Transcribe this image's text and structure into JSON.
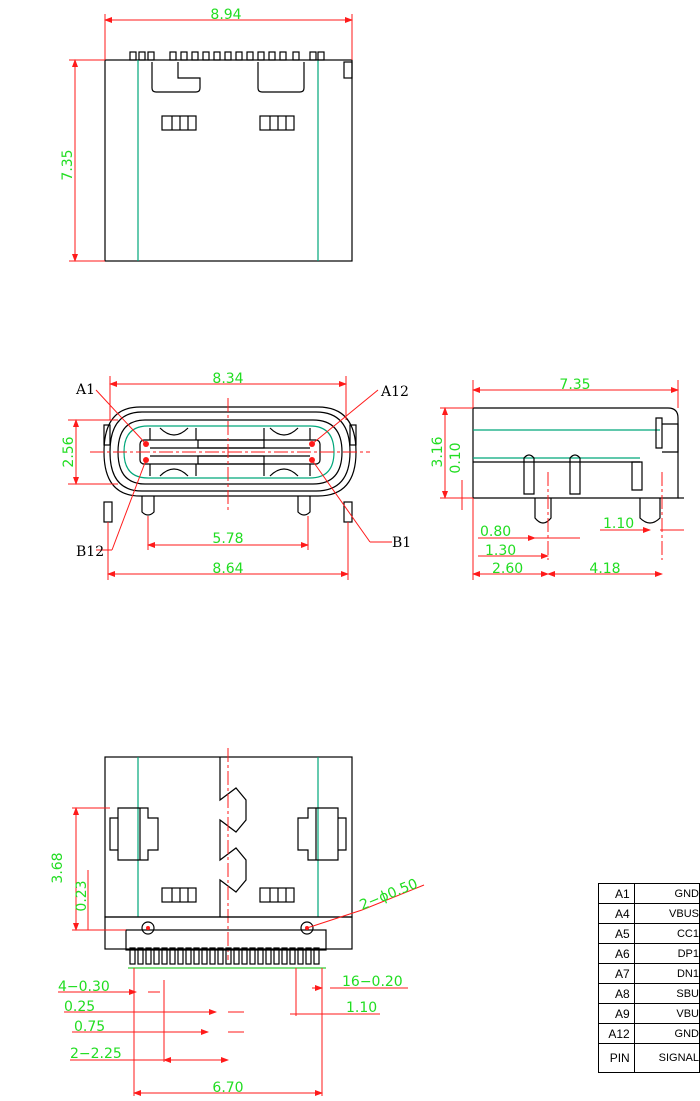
{
  "dimensions": {
    "top_width": "8.94",
    "top_height": "7.35",
    "front_width": "8.34",
    "front_height": "2.56",
    "front_inner": "5.78",
    "front_bottom": "8.64",
    "side_width": "7.35",
    "side_height": "3.16",
    "side_small": "0.10",
    "side_080": "0.80",
    "side_130": "1.30",
    "side_260": "2.60",
    "side_418": "4.18",
    "side_110": "1.10",
    "bottom_368": "3.68",
    "bottom_023": "0.23",
    "bottom_holes": "2−ϕ0.50",
    "bottom_pads4": "4−0.30",
    "bottom_025": "0.25",
    "bottom_075": "0.75",
    "bottom_225": "2−2.25",
    "bottom_670": "6.70",
    "bottom_pads16": "16−0.20",
    "bottom_110": "1.10"
  },
  "pin_labels": {
    "a1": "A1",
    "a12": "A12",
    "b1": "B1",
    "b12": "B12"
  },
  "pin_table": {
    "rows": [
      {
        "pin": "A1",
        "signal": "GND"
      },
      {
        "pin": "A4",
        "signal": "VBUS"
      },
      {
        "pin": "A5",
        "signal": "CC1"
      },
      {
        "pin": "A6",
        "signal": "DP1"
      },
      {
        "pin": "A7",
        "signal": "DN1"
      },
      {
        "pin": "A8",
        "signal": "SBU"
      },
      {
        "pin": "A9",
        "signal": "VBU"
      },
      {
        "pin": "A12",
        "signal": "GND"
      }
    ],
    "header": {
      "pin": "PIN",
      "signal": "SIGNAL"
    }
  },
  "colors": {
    "dimension": "#22dd22",
    "outline": "#000000",
    "centerline": "#ff1a1a",
    "edge": "#00a77a"
  }
}
